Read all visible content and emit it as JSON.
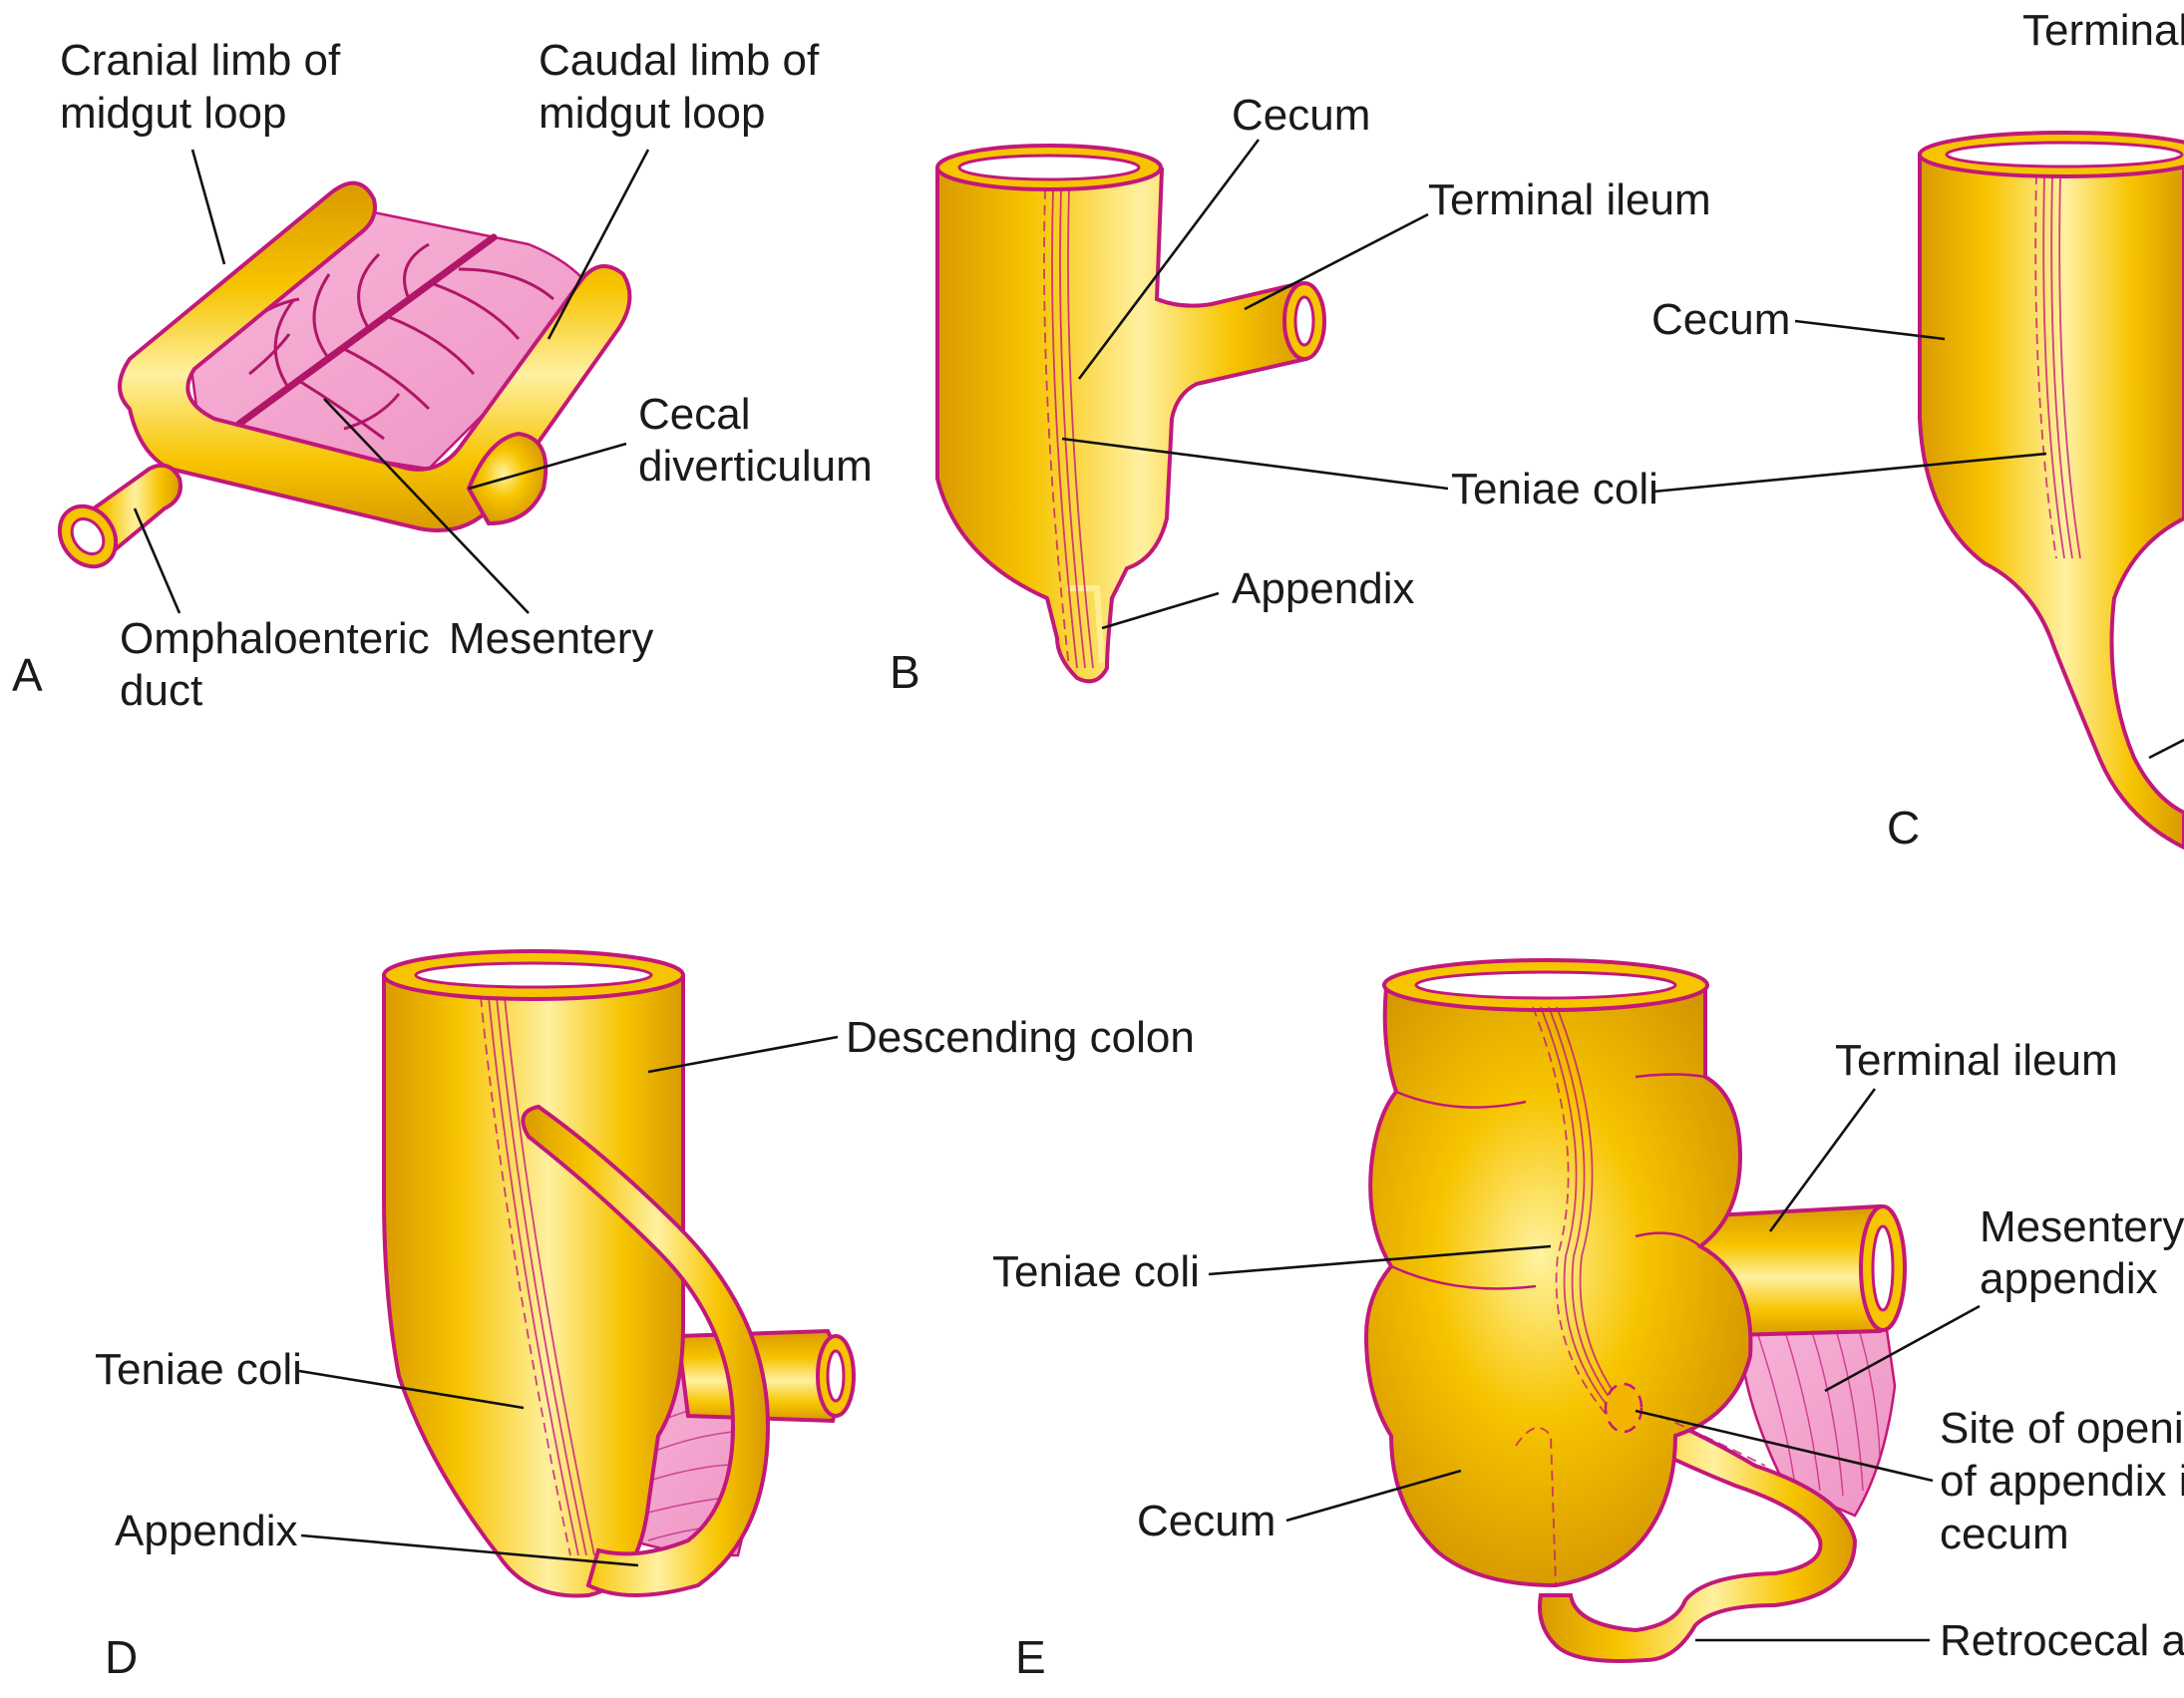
{
  "colors": {
    "gut_yellow": "#f7c400",
    "gut_highlight": "#fff3a0",
    "gut_shadow": "#d49a00",
    "outline_magenta": "#c2187a",
    "mesentery_pink": "#f4a6cf",
    "label_text": "#1a1a1a"
  },
  "panels": {
    "a": {
      "letter": "A",
      "cranial_limb": [
        "Cranial limb of",
        "midgut loop"
      ],
      "caudal_limb": [
        "Caudal limb of",
        "midgut loop"
      ],
      "cecal_diverticulum": [
        "Cecal",
        "diverticulum"
      ],
      "omphaloenteric_duct": [
        "Omphaloenteric",
        "duct"
      ],
      "mesentery": "Mesentery"
    },
    "b": {
      "letter": "B",
      "cecum": "Cecum",
      "terminal_ileum": "Terminal ileum",
      "teniae_coli": "Teniae coli",
      "appendix": "Appendix"
    },
    "c": {
      "letter": "C",
      "terminal_ileum": "Terminal",
      "cecum": "Cecum"
    },
    "d": {
      "letter": "D",
      "descending_colon": "Descending colon",
      "teniae_coli": "Teniae coli",
      "appendix": "Appendix"
    },
    "e": {
      "letter": "E",
      "terminal_ileum": "Terminal ileum",
      "mesentery_appendix": [
        "Mesentery",
        "appendix"
      ],
      "teniae_coli": "Teniae coli",
      "site_opening": [
        "Site of openi",
        "of appendix i",
        "cecum"
      ],
      "cecum": "Cecum",
      "retrocecal": "Retrocecal a"
    }
  }
}
